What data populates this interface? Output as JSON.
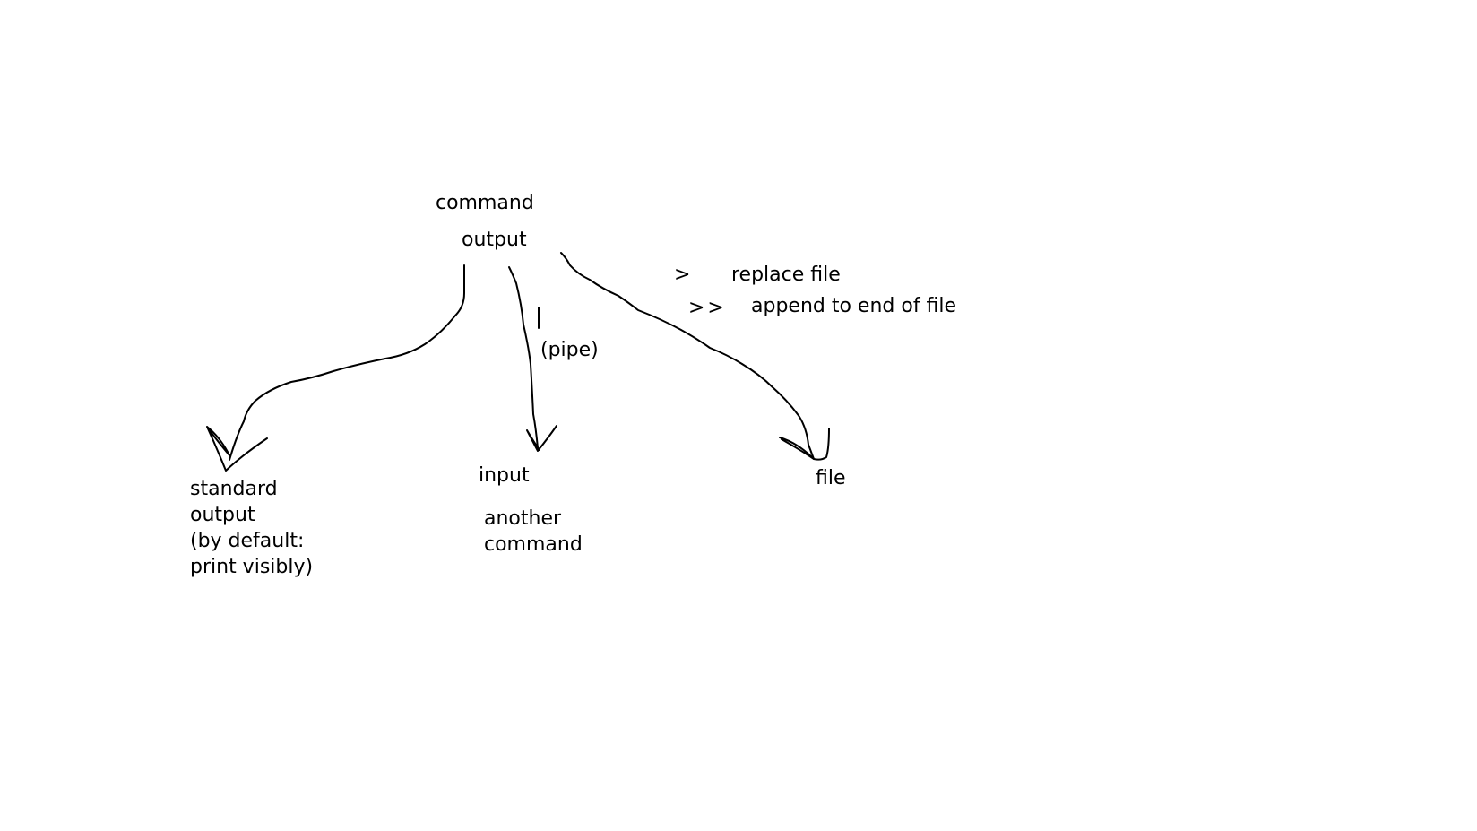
{
  "diagram": {
    "source": {
      "title": "command",
      "port": "output"
    },
    "targets": {
      "standard_output": {
        "line1": "standard",
        "line2": "output",
        "line3": "(by default:",
        "line4": "print visibly)"
      },
      "pipe": {
        "symbol": "|",
        "label": "(pipe)",
        "port": "input",
        "line1": "another",
        "line2": "command"
      },
      "file": {
        "label": "file",
        "redirects": [
          {
            "operator": ">",
            "description": "replace file"
          },
          {
            "operator": ">>",
            "description": "append to end of file"
          }
        ]
      }
    }
  }
}
